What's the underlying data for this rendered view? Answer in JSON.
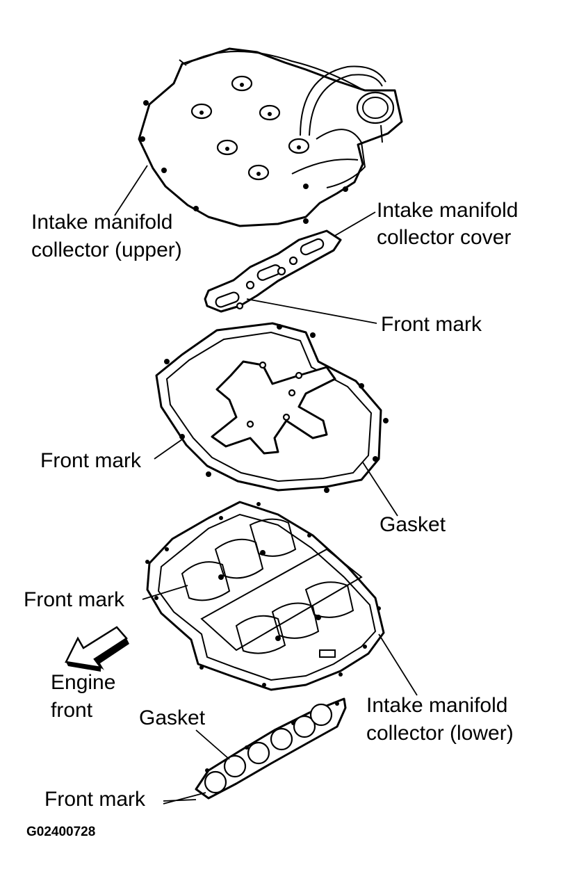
{
  "labels": {
    "upper_l1": "Intake manifold",
    "upper_l2": "collector (upper)",
    "cover_l1": "Intake manifold",
    "cover_l2": "collector cover",
    "front_mark_1": "Front mark",
    "front_mark_2": "Front mark",
    "gasket_1": "Gasket",
    "front_mark_3": "Front mark",
    "engine_l1": "Engine",
    "engine_l2": "front",
    "lower_l1": "Intake manifold",
    "lower_l2": "collector (lower)",
    "gasket_2": "Gasket",
    "front_mark_4": "Front mark"
  },
  "figure_code": "G02400728"
}
